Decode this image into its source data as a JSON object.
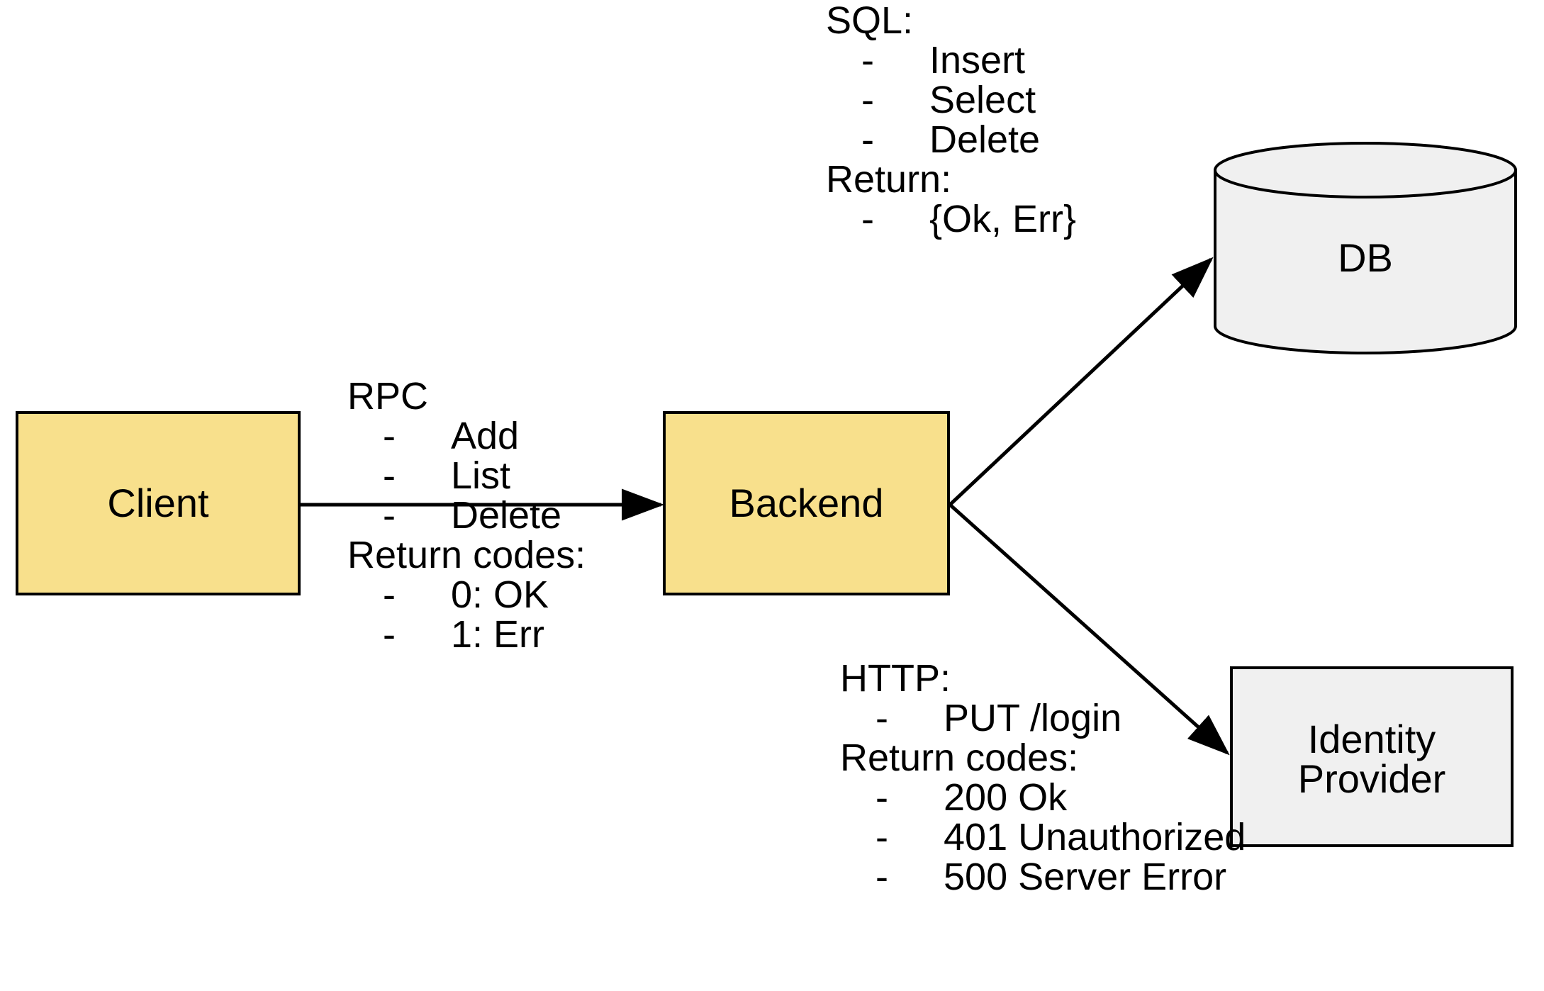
{
  "diagram": {
    "title": "Client-Backend architecture with DB and Identity Provider",
    "colors": {
      "service_fill": "#f8e08c",
      "store_fill": "#f0f0f0",
      "stroke": "#000000",
      "background": "#ffffff"
    }
  },
  "nodes": {
    "client": {
      "label": "Client",
      "shape": "rectangle",
      "fill": "#f8e08c"
    },
    "backend": {
      "label": "Backend",
      "shape": "rectangle",
      "fill": "#f8e08c"
    },
    "db": {
      "label": "DB",
      "shape": "cylinder",
      "fill": "#f0f0f0"
    },
    "identity_provider": {
      "label": "Identity\nProvider",
      "label_line1": "Identity",
      "label_line2": "Provider",
      "shape": "rectangle",
      "fill": "#f0f0f0"
    }
  },
  "edges": [
    {
      "name": "client-to-backend",
      "from": "client",
      "to": "backend",
      "protocol": "RPC",
      "arrowhead": "filled"
    },
    {
      "name": "backend-to-db",
      "from": "backend",
      "to": "db",
      "protocol": "SQL",
      "arrowhead": "filled"
    },
    {
      "name": "backend-to-identity-provider",
      "from": "backend",
      "to": "identity_provider",
      "protocol": "HTTP",
      "arrowhead": "filled"
    }
  ],
  "annotations": {
    "sql": {
      "heading": "SQL:",
      "operations": [
        "Insert",
        "Select",
        "Delete"
      ],
      "return_heading": "Return:",
      "returns": [
        "{Ok, Err}"
      ],
      "bullet": "-"
    },
    "rpc": {
      "heading": "RPC",
      "operations": [
        "Add",
        "List",
        "Delete"
      ],
      "return_heading": "Return codes:",
      "returns": [
        "0: OK",
        "1: Err"
      ],
      "bullet": "-"
    },
    "http": {
      "heading": "HTTP:",
      "operations": [
        "PUT /login"
      ],
      "return_heading": "Return codes:",
      "returns": [
        "200 Ok",
        "401 Unauthorized",
        "500 Server Error"
      ],
      "bullet": "-"
    }
  }
}
